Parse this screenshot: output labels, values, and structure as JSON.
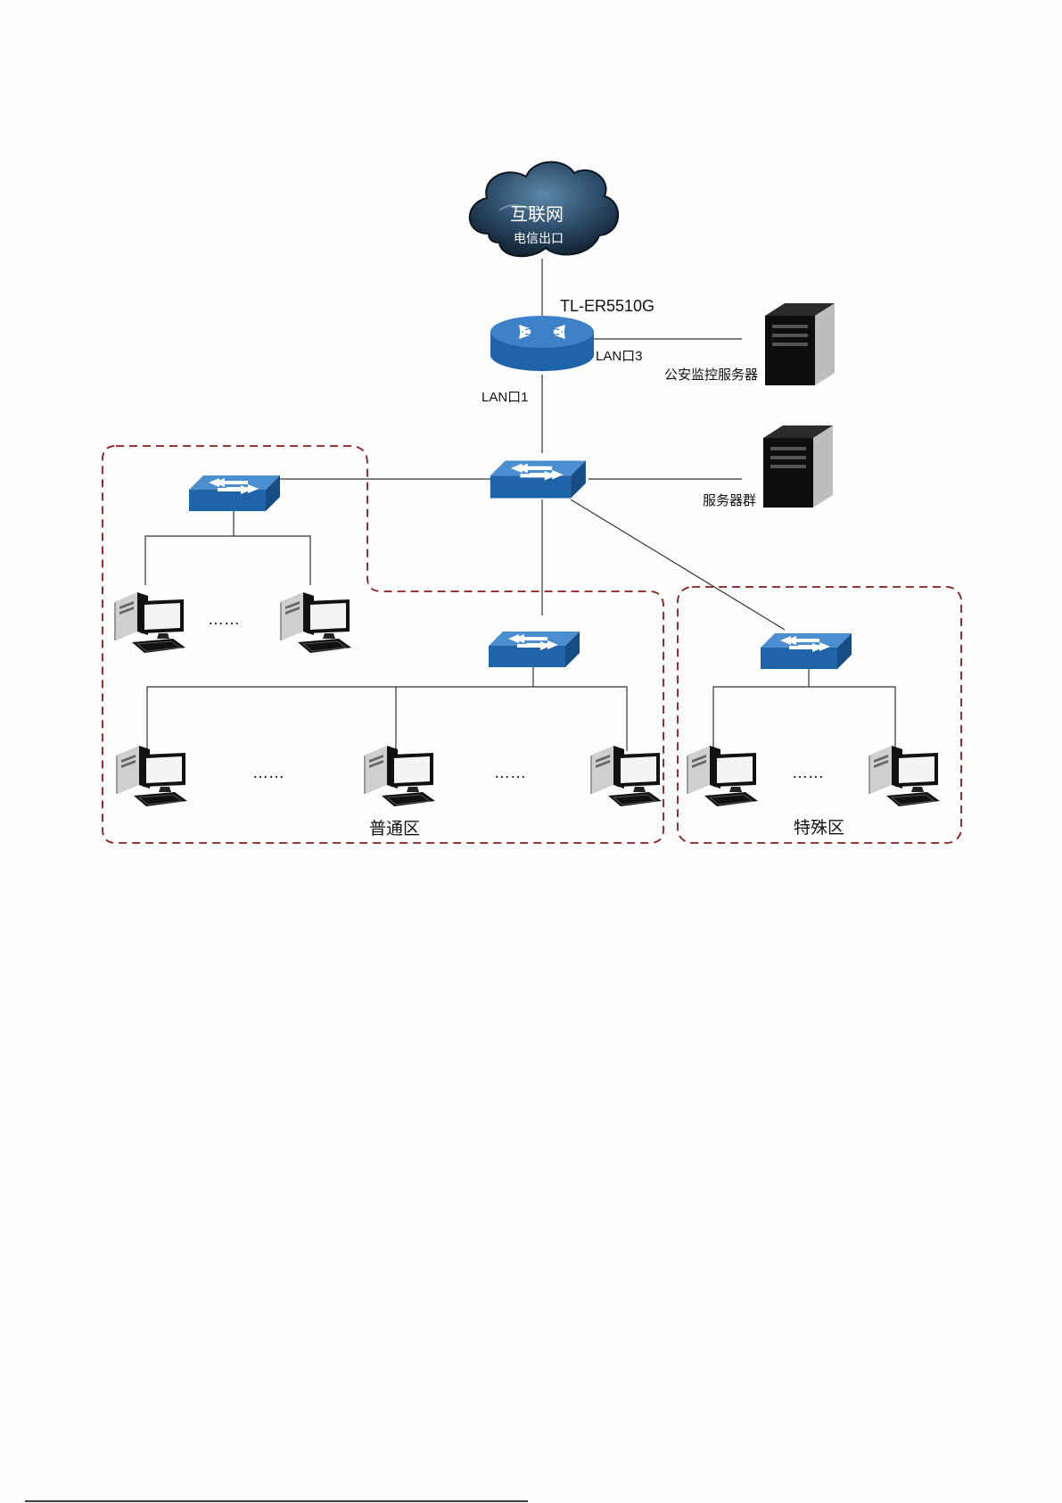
{
  "internet": {
    "title": "互联网",
    "subtitle": "电信出口"
  },
  "router": {
    "model": "TL-ER5510G",
    "port_left": "LAN口1",
    "port_right": "LAN口3"
  },
  "servers": {
    "monitor": "公安监控服务器",
    "cluster": "服务器群"
  },
  "zones": {
    "normal": "普通区",
    "special": "特殊区"
  },
  "ellipsis": "……",
  "colors": {
    "device_blue": "#1f63a8",
    "device_blue_top": "#3d82c8",
    "zone_border": "#8b1a1a",
    "cable": "#333333"
  }
}
